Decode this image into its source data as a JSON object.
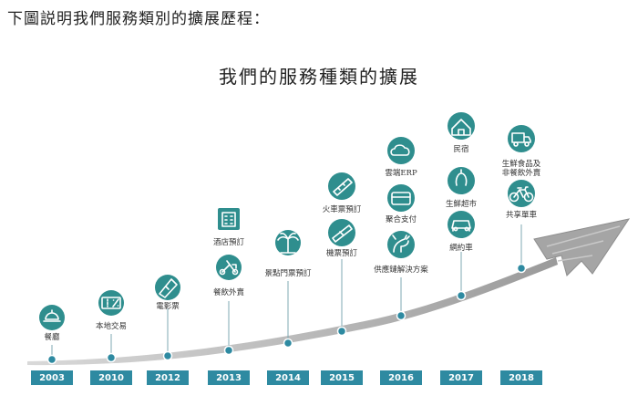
{
  "intro": "下圖説明我們服務類別的擴展歷程：",
  "title": "我們的服務種類的擴展",
  "colors": {
    "teal": "#2e8aa1",
    "icon_bg": "#2f8e8e",
    "arrow": "#a8a8a8"
  },
  "years": [
    "2003",
    "2010",
    "2012",
    "2013",
    "2014",
    "2015",
    "2016",
    "2017",
    "2018"
  ],
  "services": [
    {
      "icon": "restaurant-icon",
      "label": "餐廳"
    },
    {
      "icon": "coupon-icon",
      "label": "本地交易"
    },
    {
      "icon": "movie-ticket-icon",
      "label": "電影票"
    },
    {
      "icon": "hotel-icon",
      "label": "酒店預訂"
    },
    {
      "icon": "delivery-scooter-icon",
      "label": "餐飲外賣"
    },
    {
      "icon": "palm-tree-icon",
      "label": "景點門票預訂"
    },
    {
      "icon": "train-ticket-icon",
      "label": "火車票預訂"
    },
    {
      "icon": "air-ticket-icon",
      "label": "機票預訂"
    },
    {
      "icon": "cloud-erp-icon",
      "label": "雲端ERP"
    },
    {
      "icon": "payment-card-icon",
      "label": "聚合支付"
    },
    {
      "icon": "supply-chain-icon",
      "label": "供應鏈解決方案"
    },
    {
      "icon": "homestay-icon",
      "label": "民宿"
    },
    {
      "icon": "fresh-market-icon",
      "label": "生鮮超市"
    },
    {
      "icon": "ride-hailing-car-icon",
      "label": "網約車"
    },
    {
      "icon": "grocery-delivery-icon",
      "label": "生鮮食品及\n非餐飲外賣"
    },
    {
      "icon": "bike-sharing-icon",
      "label": "共享單車"
    }
  ]
}
